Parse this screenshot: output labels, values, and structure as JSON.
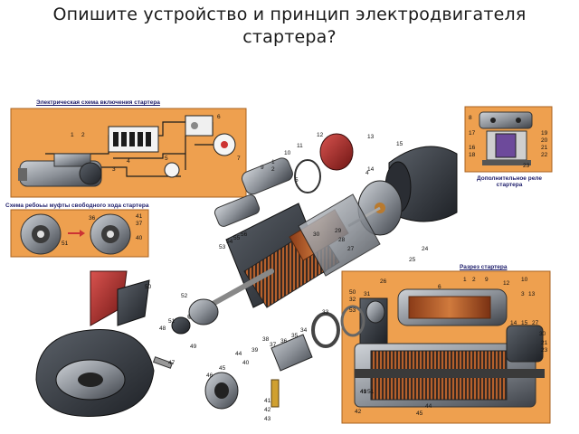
{
  "title": {
    "line1": "Опишите устройство и принцип электродвигателя",
    "line2": "стартера?"
  },
  "panels": {
    "wiring_scheme": "Электрическая схема включения стартера",
    "clutch_scheme": "Схема ребоьы муфты свободного хода стартера",
    "extra_relay_line1": "Дополнительное реле",
    "extra_relay_line2": "стартера",
    "cutaway": "Разрез стартера"
  },
  "callouts": {
    "wiring": [
      "1",
      "2",
      "3",
      "4",
      "5",
      "6",
      "7"
    ],
    "exploded": [
      "1",
      "2",
      "4",
      "5",
      "9",
      "10",
      "11",
      "12",
      "13",
      "14",
      "15",
      "24",
      "25",
      "26",
      "27",
      "28",
      "29",
      "30",
      "31",
      "32",
      "33",
      "34",
      "35",
      "36",
      "37",
      "38",
      "39",
      "40",
      "41",
      "42",
      "43",
      "44",
      "45",
      "46",
      "47",
      "48",
      "49",
      "50",
      "51",
      "52",
      "53",
      "54",
      "55",
      "56"
    ],
    "relay": [
      "8",
      "16",
      "17",
      "18",
      "19",
      "20",
      "21",
      "22",
      "23"
    ],
    "clutch": [
      "36",
      "37",
      "40",
      "41",
      "51"
    ],
    "cutaway": [
      "1",
      "2",
      "3",
      "6",
      "9",
      "10",
      "12",
      "13",
      "14",
      "15",
      "21",
      "23",
      "27",
      "30",
      "41",
      "42",
      "44",
      "45",
      "49",
      "50",
      "51",
      "53"
    ]
  }
}
